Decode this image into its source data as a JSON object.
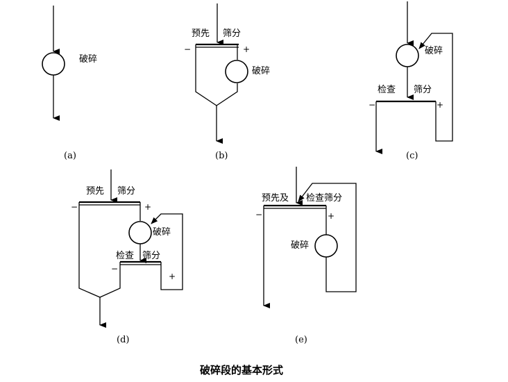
{
  "labels": {
    "crush": "破碎",
    "pre_screen": "预先",
    "screen": "筛分",
    "check": "检查",
    "pre_and_check": "预先及",
    "check_screen": "检查筛分",
    "minus": "−",
    "plus": "+"
  },
  "captions": {
    "a": "(a)",
    "b": "(b)",
    "c": "(c)",
    "d": "(d)",
    "e": "(e)"
  },
  "title": "破碎段的基本形式"
}
